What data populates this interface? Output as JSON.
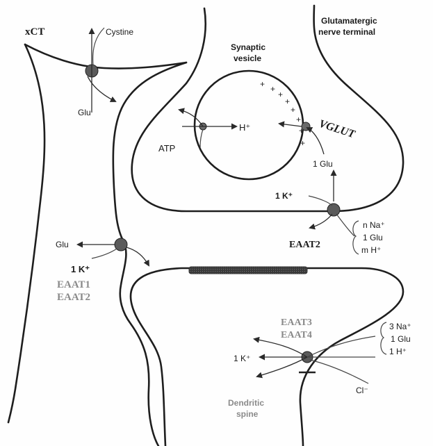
{
  "labels": {
    "xct": "xCT",
    "cystine": "Cystine",
    "glu_top": "Glu",
    "synaptic_vesicle_1": "Synaptic",
    "synaptic_vesicle_2": "vesicle",
    "glutamatergic_1": "Glutamatergic",
    "glutamatergic_2": "nerve terminal",
    "h_plus": "H⁺",
    "atp": "ATP",
    "vglut": "VGLUT",
    "one_glu_vesicle": "1 Glu",
    "one_k_terminal": "1 K⁺",
    "eaat2_terminal": "EAAT2",
    "n_na": "n Na⁺",
    "one_glu_terminal": "1 Glu",
    "m_h": "m H⁺",
    "glu_astro": "Glu",
    "one_k_astro": "1 K⁺",
    "eaat1": "EAAT1",
    "eaat2_astro": "EAAT2",
    "eaat3": "EAAT3",
    "eaat4": "EAAT4",
    "three_na": "3 Na⁺",
    "one_glu_spine": "1 Glu",
    "one_h_spine": "1 H⁺",
    "one_k_spine": "1 K⁺",
    "cl_minus": "Cl⁻",
    "dendritic_1": "Dendritic",
    "dendritic_2": "spine"
  },
  "colors": {
    "line": "#1e1e1e",
    "transporter": "#555555",
    "grey_text": "#8a8a8a",
    "psd": "#444444"
  }
}
